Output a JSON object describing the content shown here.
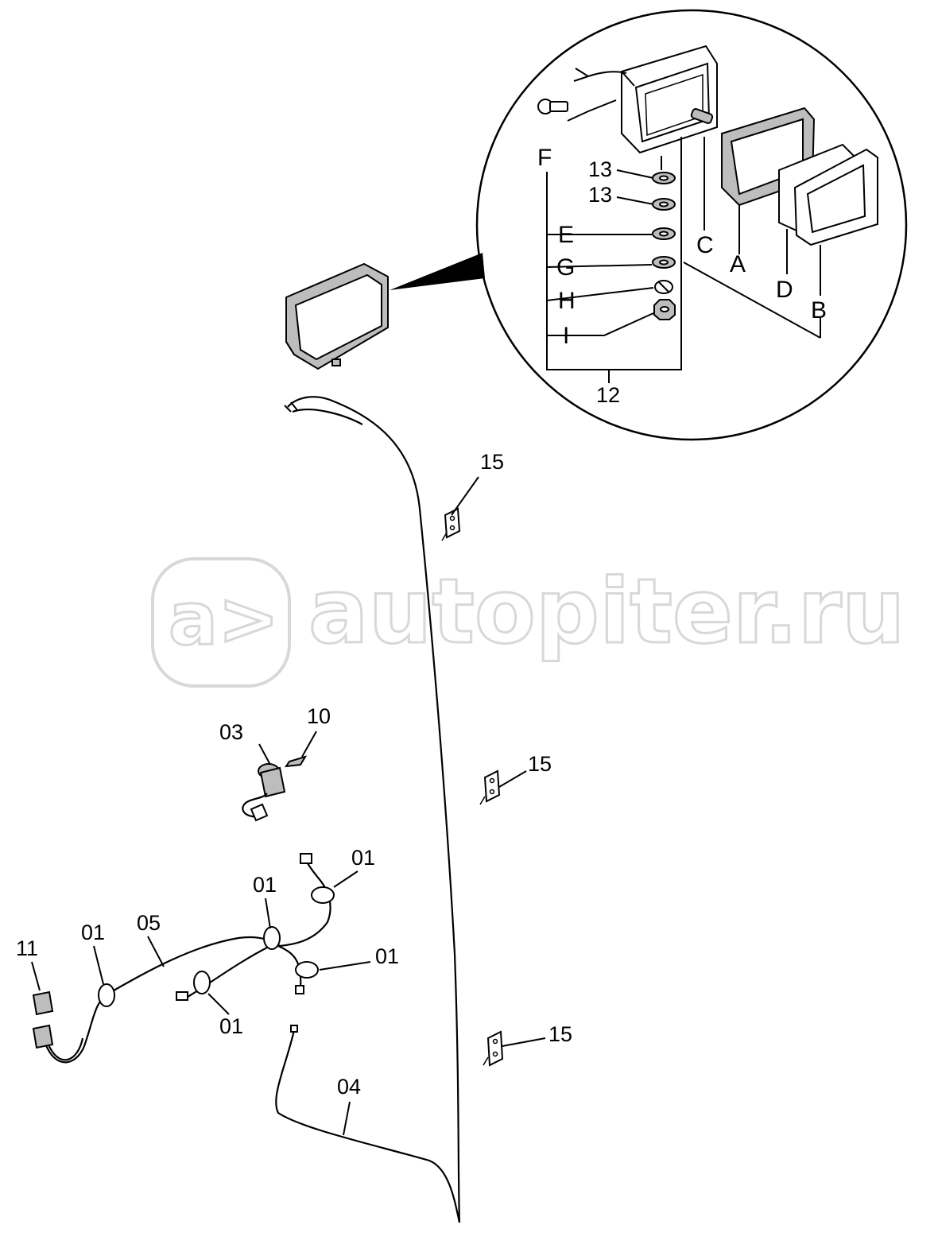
{
  "watermark": {
    "logo_text": "a>",
    "site_text": "autopiter.ru"
  },
  "callouts": {
    "detail": {
      "F": "F",
      "thirteen_a": "13",
      "thirteen_b": "13",
      "E": "E",
      "G": "G",
      "H": "H",
      "I": "I",
      "C": "C",
      "A": "A",
      "D": "D",
      "B": "B",
      "twelve": "12"
    },
    "main": {
      "fifteen_top": "15",
      "fifteen_mid": "15",
      "fifteen_bot": "15",
      "ten": "10",
      "zero_three": "03",
      "zero_one_top_right": "01",
      "zero_one_mid": "01",
      "zero_one_left": "01",
      "zero_five": "05",
      "eleven": "11",
      "zero_one_right": "01",
      "zero_one_bottom": "01",
      "zero_four": "04"
    }
  },
  "colors": {
    "line": "#000000",
    "watermark": "#d8d8d8",
    "background": "#ffffff"
  }
}
